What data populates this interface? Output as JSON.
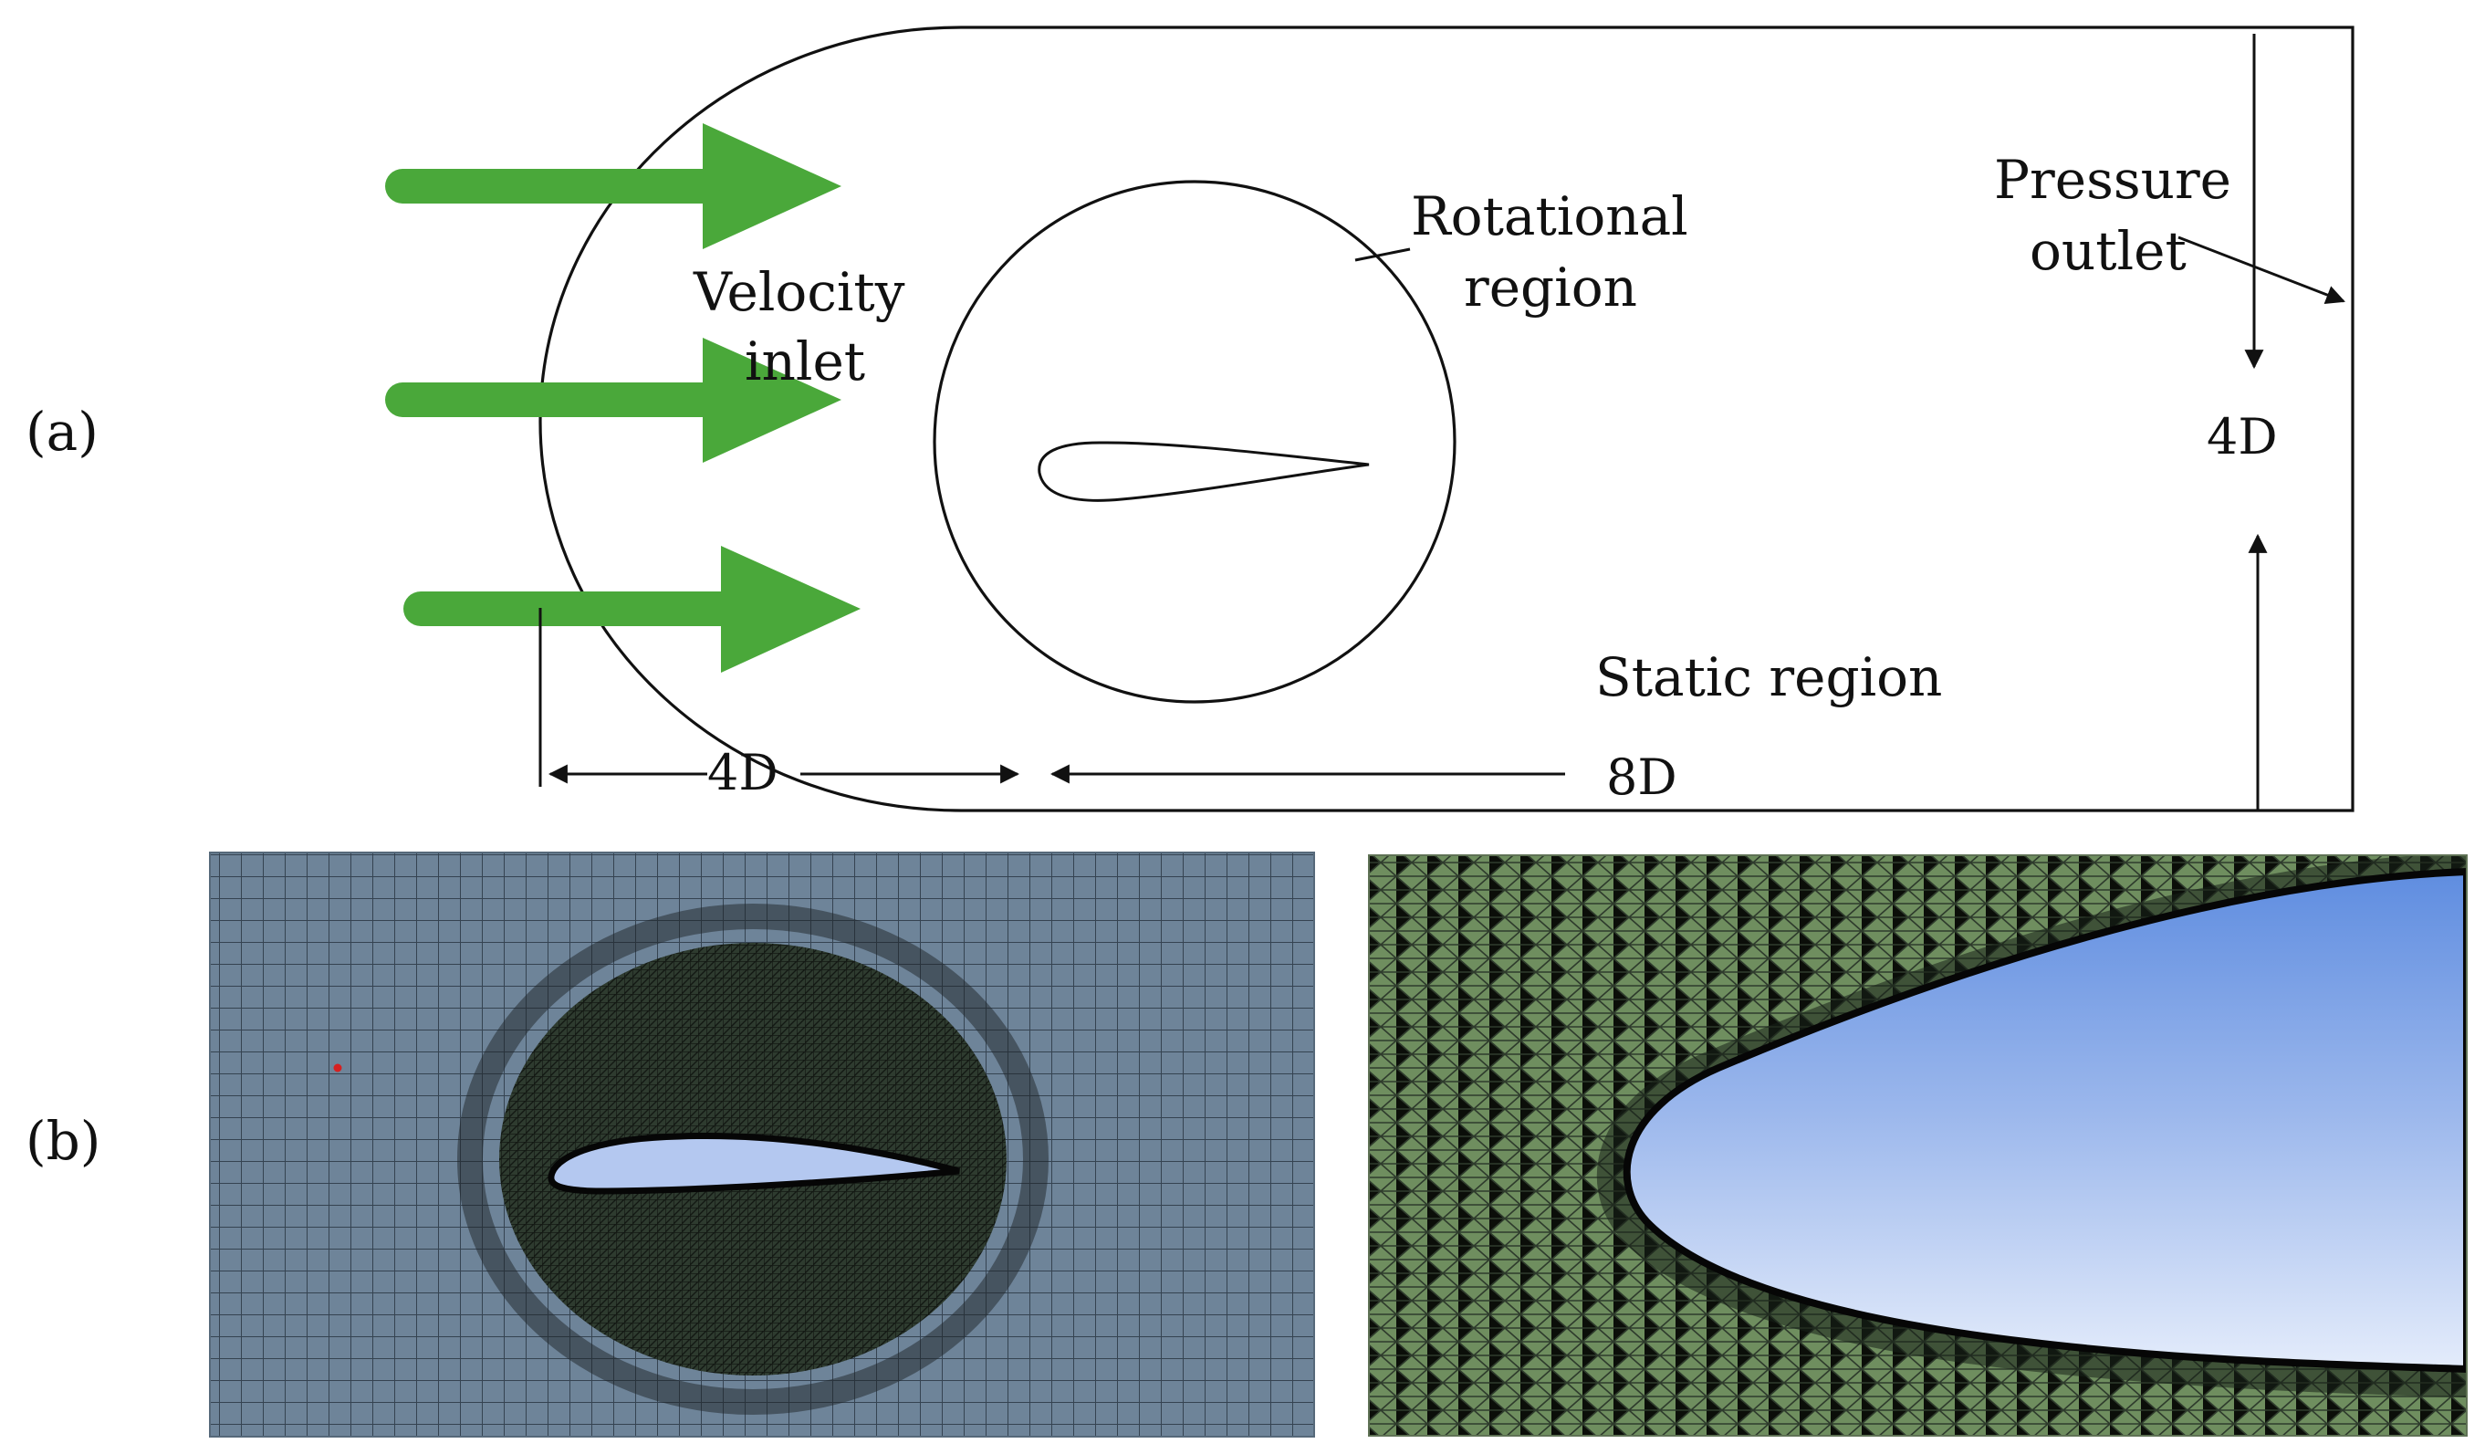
{
  "panels": {
    "a": {
      "label": "(a)",
      "velocity_inlet": [
        "Velocity",
        "inlet"
      ],
      "rotational_region": [
        "Rotational",
        "region"
      ],
      "pressure_outlet": [
        "Pressure",
        "outlet"
      ],
      "static_region": "Static region",
      "dim_upstream": "4D",
      "dim_downstream": "8D",
      "dim_height": "4D"
    },
    "b": {
      "label": "(b)"
    }
  },
  "colors": {
    "flow_arrow": "#4aa83a",
    "outline": "#111111",
    "mesh_background": "#6e8499",
    "mesh_line": "#2b3744",
    "rotational_mesh": "#2e3b2f",
    "airfoil_fill": "#b4c8f0",
    "zoom_mesh": "#6f8e5f",
    "zoom_airfoil_top": "#5f8de0",
    "zoom_airfoil_bottom": "#dde8fb"
  }
}
